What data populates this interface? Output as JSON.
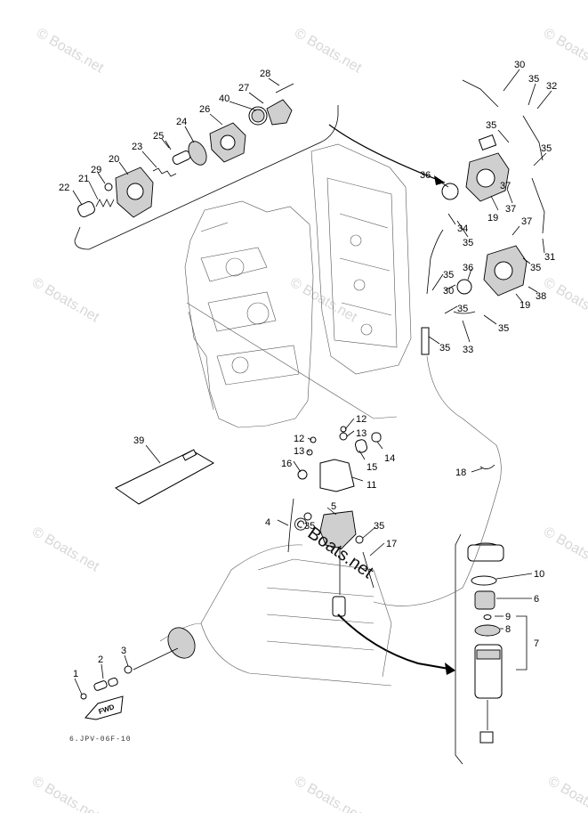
{
  "watermark": "© Boats.net",
  "brand_watermark": "Boats.net",
  "drawing_code": "6.JPV-06F-10",
  "fwd_label": "FWD",
  "callouts": {
    "p1": "1",
    "p2": "2",
    "p3": "3",
    "p4": "4",
    "p5": "5",
    "p6": "6",
    "p7": "7",
    "p8": "8",
    "p9": "9",
    "p10": "10",
    "p11": "11",
    "p12a": "12",
    "p12b": "12",
    "p13a": "13",
    "p13b": "13",
    "p14": "14",
    "p15": "15",
    "p16": "16",
    "p17": "17",
    "p18": "18",
    "p19a": "19",
    "p19b": "19",
    "p20": "20",
    "p21": "21",
    "p22": "22",
    "p23": "23",
    "p24": "24",
    "p25": "25",
    "p26": "26",
    "p27": "27",
    "p28": "28",
    "p29": "29",
    "p30a": "30",
    "p30b": "30",
    "p31": "31",
    "p32": "32",
    "p33": "33",
    "p34": "34",
    "p35a": "35",
    "p35b": "35",
    "p35c": "35",
    "p35d": "35",
    "p35e": "35",
    "p35f": "35",
    "p35g": "35",
    "p35h": "35",
    "p35i": "35",
    "p35j": "35",
    "p36a": "36",
    "p36b": "36",
    "p37a": "37",
    "p37b": "37",
    "p38": "38",
    "p39": "39",
    "p40": "40"
  }
}
